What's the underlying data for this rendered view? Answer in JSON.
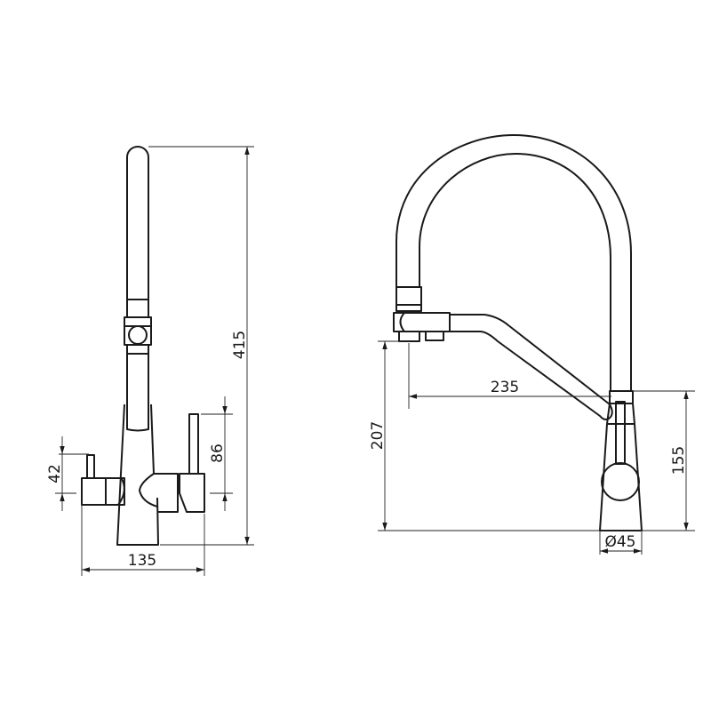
{
  "drawing": {
    "front_view": {
      "dimensions": {
        "height": "415",
        "lever_height": "86",
        "filter_lever_height": "42",
        "width": "135"
      }
    },
    "side_view": {
      "dimensions": {
        "spout_height": "207",
        "spout_reach": "235",
        "body_height": "155",
        "base_diameter": "Ø45"
      }
    },
    "line_color": "#1a1a1a"
  }
}
